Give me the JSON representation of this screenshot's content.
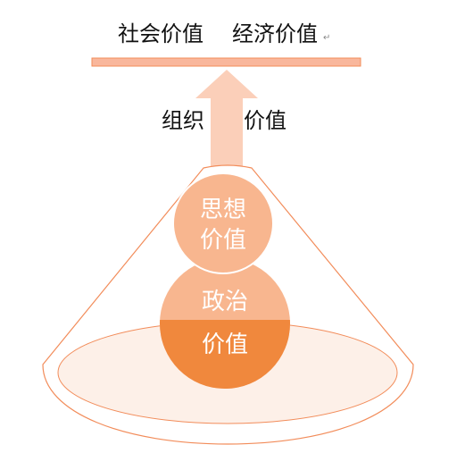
{
  "top_labels": {
    "social": "社会价值",
    "economic": "经济价值",
    "para_mark": "↵"
  },
  "arrow_labels": {
    "left": "组织",
    "right": "价值"
  },
  "circles": {
    "thought": {
      "line1": "思想",
      "line2": "价值"
    },
    "political": {
      "line1": "政治",
      "line2": "价值"
    }
  },
  "colors": {
    "bar_fill": "#f9b79c",
    "bar_stroke": "#f28c5a",
    "arrow_fill": "#fbcfb9",
    "cone_stroke": "#f28c5a",
    "base_fill": "#fdf0e8",
    "thought_circle": "#f8b68f",
    "political_top": "#f8b68f",
    "political_bottom": "#f0883d",
    "circle_text": "#ffffff",
    "label_text": "#111111"
  }
}
